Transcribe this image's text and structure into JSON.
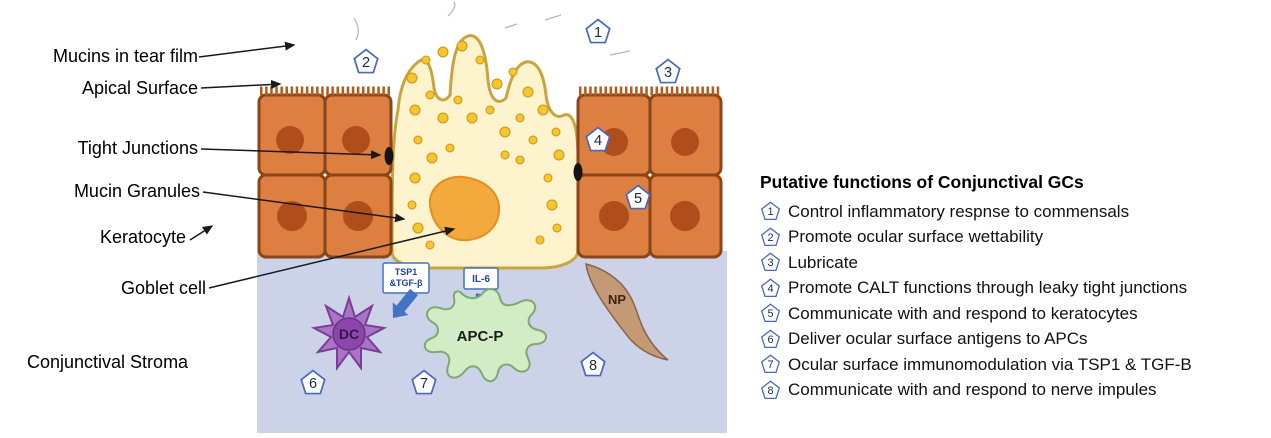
{
  "left_labels": [
    {
      "text": "Mucins in tear film"
    },
    {
      "text": "Apical Surface"
    },
    {
      "text": "Tight Junctions"
    },
    {
      "text": "Mucin Granules"
    },
    {
      "text": "Keratocyte"
    },
    {
      "text": "Goblet cell"
    },
    {
      "text": "Conjunctival Stroma"
    }
  ],
  "diagram": {
    "badges": [
      "1",
      "2",
      "3",
      "4",
      "5",
      "6",
      "7",
      "8"
    ],
    "cells": {
      "dc_label": "DC",
      "apc_label": "APC-P",
      "np_label": "NP"
    },
    "signal_boxes": {
      "tsp1_line1": "TSP1",
      "tsp1_line2": "&TGF-β",
      "il6": "IL-6"
    }
  },
  "functions_panel": {
    "title": "Putative functions of Conjunctival GCs",
    "items": [
      {
        "num": "1",
        "text": "Control inflammatory respnse to commensals"
      },
      {
        "num": "2",
        "text": "Promote ocular surface wettability"
      },
      {
        "num": "3",
        "text": "Lubricate"
      },
      {
        "num": "4",
        "text": "Promote CALT functions through leaky tight junctions"
      },
      {
        "num": "5",
        "text": "Communicate with and respond to keratocytes"
      },
      {
        "num": "6",
        "text": "Deliver ocular surface antigens to APCs"
      },
      {
        "num": "7",
        "text": "Ocular surface immunomodulation via TSP1 & TGF-B"
      },
      {
        "num": "8",
        "text": "Communicate with and respond to nerve impules"
      }
    ]
  },
  "colors": {
    "stroma": "#ccd3e8",
    "epithelium": "#dd7f40",
    "epithelium_border": "#8c4418",
    "epithelium_nucleus": "#b04e1b",
    "goblet_fill": "#fdf3cd",
    "goblet_border": "#c9a43f",
    "granule": "#f6c62b",
    "goblet_nucleus": "#f4a93c",
    "badge_border": "#4a69bd",
    "signal_blue": "#4472c4",
    "dc_purple": "#a874c6",
    "apc_green": "#d2ecc6",
    "np_brown": "#c49a76"
  }
}
